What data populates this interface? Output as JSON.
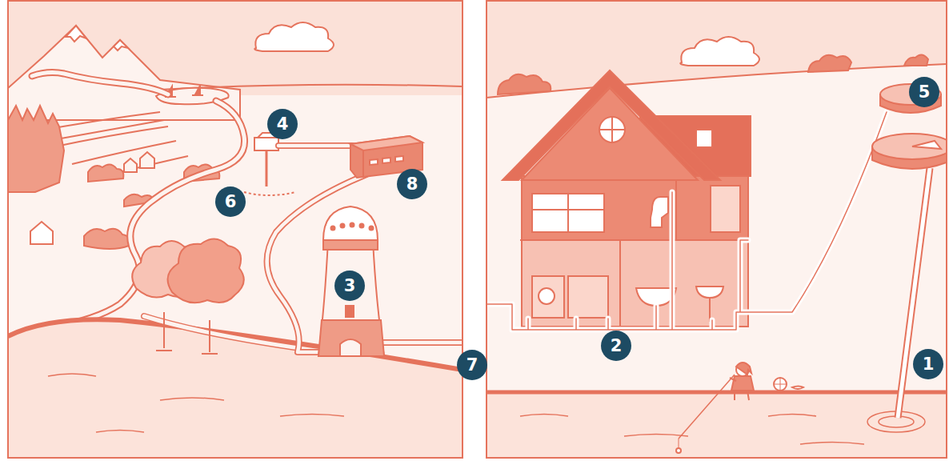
{
  "diagram": {
    "nodes": [
      {
        "text": [
          "4"
        ]
      },
      {
        "text": [
          "8"
        ]
      },
      {
        "text": [
          "6"
        ]
      },
      {
        "text": [
          "3"
        ]
      },
      {
        "text": [
          "7"
        ]
      },
      {
        "text": [
          "5"
        ]
      },
      {
        "text": [
          "2"
        ]
      },
      {
        "text": [
          "1"
        ]
      }
    ]
  }
}
